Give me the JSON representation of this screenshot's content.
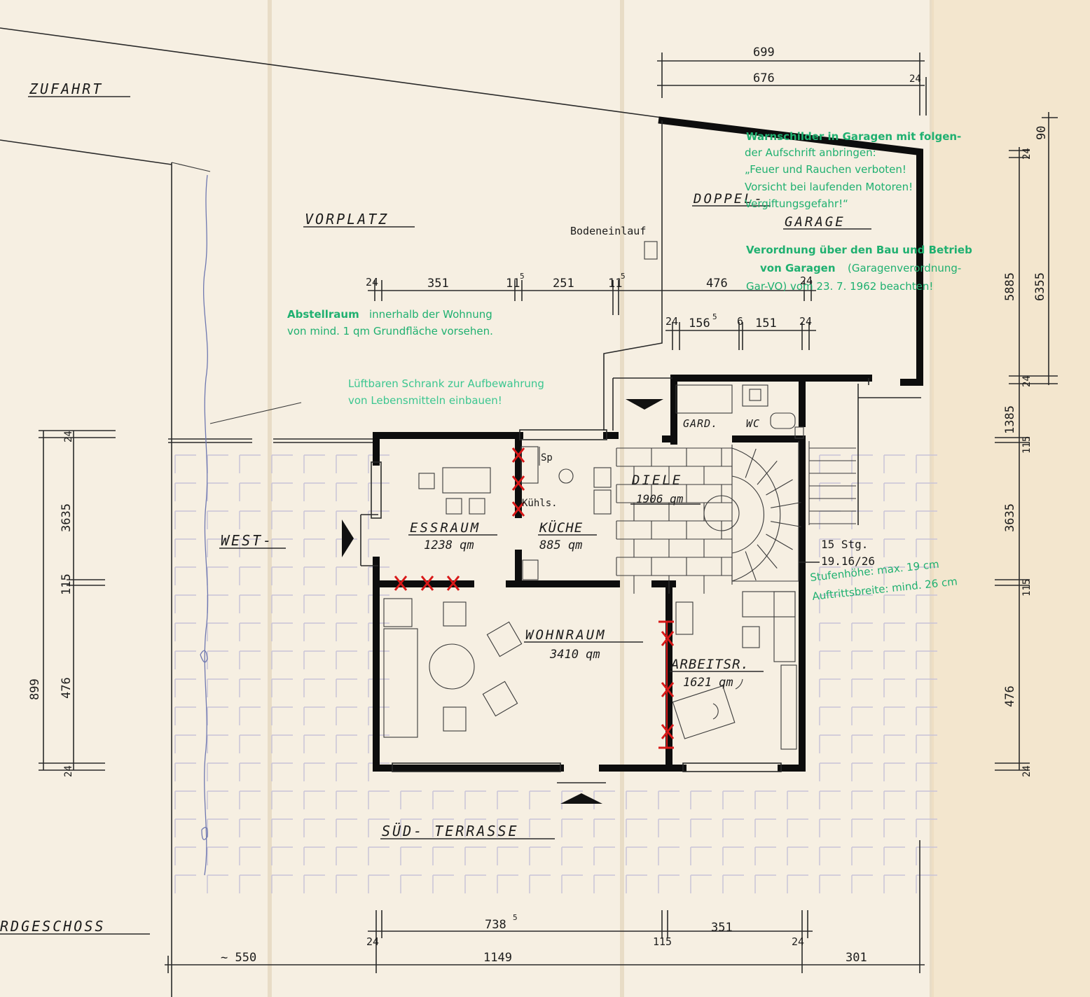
{
  "colors": {
    "paper": "#f6efe2",
    "ink": "#1c1c1c",
    "wall": "#0d0d0d",
    "green_annotation": "#1fb070",
    "red_mark": "#d81818",
    "pencil_blue": "#6f78b0"
  },
  "site_labels": {
    "zufahrt": "ZUFAHRT",
    "vorplatz": "VORPLATZ",
    "west": "WEST-",
    "terrasse": "SÜD- TERRASSE",
    "geschoss": "RDGESCHOSS",
    "bodeneinlauf": "Bodeneinlauf"
  },
  "rooms": {
    "doppel": "DOPPEL-",
    "garage": "GARAGE",
    "gard": "GARD.",
    "wc": "WC",
    "diele": "DIELE",
    "diele_area": "1906 qm",
    "essraum": "ESSRAUM",
    "essraum_area": "1238 qm",
    "kueche": "KÜCHE",
    "kueche_area": "885 qm",
    "wohnraum": "WOHNRAUM",
    "wohnraum_area": "3410 qm",
    "arbeitsr": "ARBEITSR.",
    "arbeitsr_area": "1621 qm",
    "sp": "Sp",
    "kuehls": "Kühls."
  },
  "stairs": {
    "count": "15 Stg.",
    "ratio": "19.16/26"
  },
  "notes": {
    "garage_l1": "Warnschilder in Garagen mit folgen-",
    "garage_l2": "der Aufschrift anbringen:",
    "garage_l3": "„Feuer und Rauchen verboten!",
    "garage_l4": "Vorsicht bei laufenden Motoren!",
    "garage_l5": "Vergiftungsgefahr!“",
    "vo_l1": "Verordnung über den Bau und Betrieb",
    "vo_l2a": "von Garagen",
    "vo_l2b": "(Garagenverordnung-",
    "vo_l3": "Gar-VO) vom 23. 7. 1962 beachten!",
    "abst_l1a": "Abstellraum",
    "abst_l1b": "innerhalb der Wohnung",
    "abst_l2": "von mind. 1 qm Grundfläche vorsehen.",
    "schrank_l1": "Lüftbaren Schrank zur Aufbewahrung",
    "schrank_l2": "von Lebensmitteln einbauen!",
    "stufe_l1": "Stufenhöhe: max. 19 cm",
    "stufe_l2": "Auftrittsbreite: mind. 26 cm"
  },
  "dimensions": {
    "top_699": "699",
    "top_676": "676",
    "top_24": "24",
    "v_24": "24",
    "v_351": "351",
    "v_11": "11",
    "v_5": "5",
    "v_251": "251",
    "v_11b": "11",
    "v_5b": "5",
    "v_476": "476",
    "v_24b": "24",
    "g_24": "24",
    "g_156": "156",
    "g_5": "5",
    "g_6": "6",
    "g_151": "151",
    "g_24b": "24",
    "r_90": "90",
    "r_24": "24",
    "r_5885": "5885",
    "r_6355": "6355",
    "r_24b": "24",
    "r_1385": "1385",
    "r_115": "115",
    "r_3635": "3635",
    "r_115b": "115",
    "r_476": "476",
    "r_24c": "24",
    "l_899": "899",
    "l_24": "24",
    "l_3635": "3635",
    "l_115": "115",
    "l_476": "476",
    "l_24b": "24",
    "b_738": "738",
    "b_5": "5",
    "b_351": "351",
    "b_24": "24",
    "b_115": "115",
    "b_24b": "24",
    "b_550": "~ 550",
    "b_1149": "1149",
    "b_301": "301"
  }
}
